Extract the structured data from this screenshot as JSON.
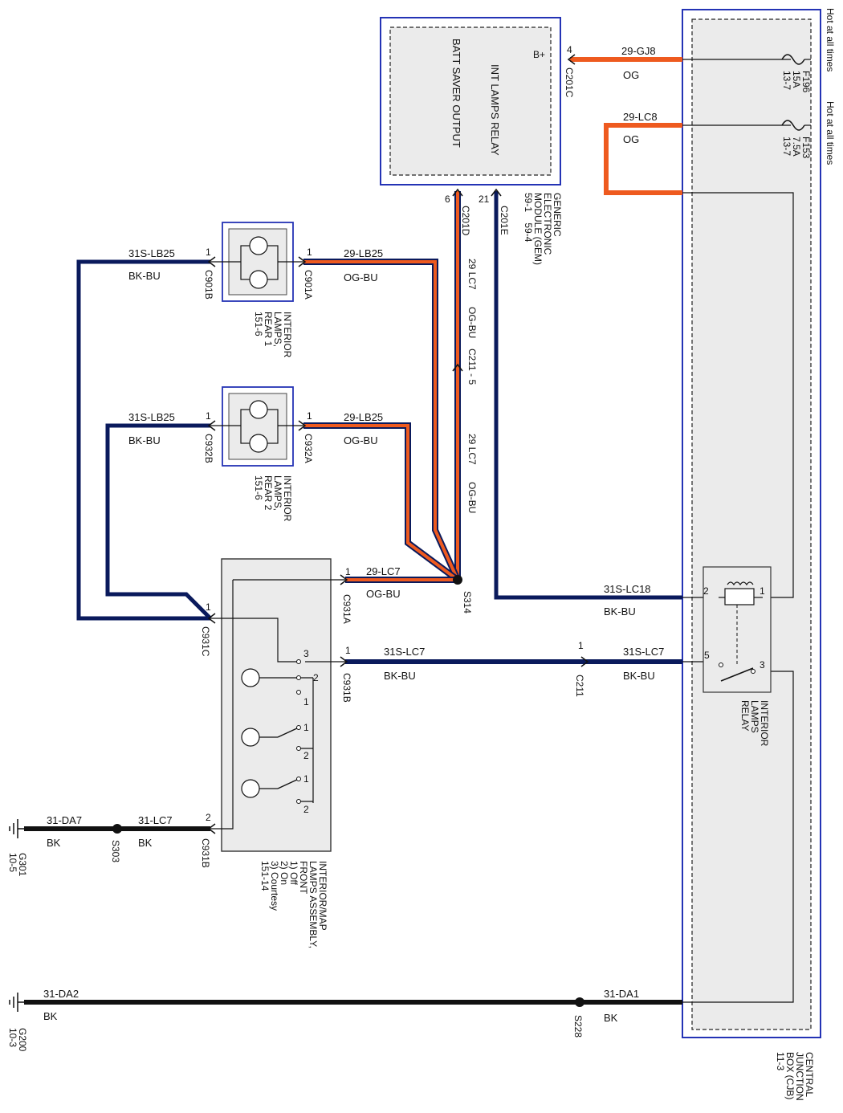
{
  "cjb": {
    "name_lines": [
      "CENTRAL",
      "JUNCTION",
      "BOX (CJB)",
      "11-3"
    ],
    "hot1": "Hot at all times",
    "hot2": "Hot at all times",
    "f196": [
      "F196",
      "15A",
      "13-7"
    ],
    "f153": [
      "F153",
      "7.5A",
      "13-7"
    ]
  },
  "gem": {
    "relay_label": "INT LAMPS RELAY",
    "output_label": "BATT SAVER OUTPUT",
    "bplus": "B+",
    "name_lines": [
      "GENERIC",
      "ELECTRONIC",
      "MODULE (GEM)",
      "59-1    59-4"
    ],
    "pin_c201c": "4",
    "c201c": "C201C",
    "pin_c201d": "6",
    "c201d": "C201D",
    "pin_c201e": "21",
    "c201e": "C201E"
  },
  "wires": {
    "gj8_circuit": "29-GJ8",
    "gj8_color": "OG",
    "lc8_circuit": "29-LC8",
    "lc8_color": "OG",
    "lc7_circuit_a": "29 LC7",
    "lc7_color_a": "OG-BU",
    "c211_5": "C211 - 5",
    "lc7_circuit_b": "29 LC7",
    "lc7_color_b": "OG-BU",
    "lb25_r1_circuit": "29-LB25",
    "lb25_r1_color": "OG-BU",
    "lb25_r2_circuit": "29-LB25",
    "lb25_r2_color": "OG-BU",
    "g_r1_circuit": "31S-LB25",
    "g_r1_color": "BK-BU",
    "g_r2_circuit": "31S-LB25",
    "g_r2_color": "BK-BU",
    "lc7_front_circuit": "29-LC7",
    "lc7_front_color": "OG-BU",
    "lc18_circuit": "31S-LC18",
    "lc18_color": "BK-BU",
    "slc7_left_circuit": "31S-LC7",
    "slc7_left_color": "BK-BU",
    "slc7_right_circuit": "31S-LC7",
    "slc7_right_color": "BK-BU",
    "da7_circuit": "31-DA7",
    "da7_color": "BK",
    "lc7_ground_circuit": "31-LC7",
    "lc7_ground_color": "BK",
    "da2_circuit": "31-DA2",
    "da2_color": "BK",
    "da1_circuit": "31-DA1",
    "da1_color": "BK"
  },
  "splices": {
    "s314": "S314",
    "s303": "S303",
    "s228": "S228"
  },
  "grounds": {
    "g301": [
      "G301",
      "10-5"
    ],
    "g200": [
      "G200",
      "10-3"
    ]
  },
  "connectors": {
    "c901a": "C901A",
    "c901b": "C901B",
    "c932a": "C932A",
    "c932b": "C932B",
    "c931a": "C931A",
    "c931b": "C931B",
    "c931c": "C931C",
    "c931b_gnd": "C931B",
    "c211": "C211",
    "pin1": "1",
    "pin2": "2",
    "pin3": "3",
    "pin5": "5",
    "pin3b": "3"
  },
  "rear1": {
    "name_lines": [
      "INTERIOR",
      "LAMPS,",
      "REAR 1",
      "151-6"
    ]
  },
  "rear2": {
    "name_lines": [
      "INTERIOR",
      "LAMPS,",
      "REAR 2",
      "151-6"
    ]
  },
  "front": {
    "name_lines": [
      "INTERIOR/MAP",
      "LAMPS ASSEMBLY,",
      "FRONT",
      "1) Off",
      "2) On",
      "3) Courtesy",
      "151-14"
    ]
  },
  "relay": {
    "name_lines": [
      "INTERIOR",
      "LAMPS",
      "RELAY"
    ]
  },
  "colors": {
    "orange": "#ee5a1f",
    "navy": "#0a1a5c",
    "blue_box": "#2433b5",
    "black": "#111111",
    "module_fill": "#ebebeb"
  }
}
